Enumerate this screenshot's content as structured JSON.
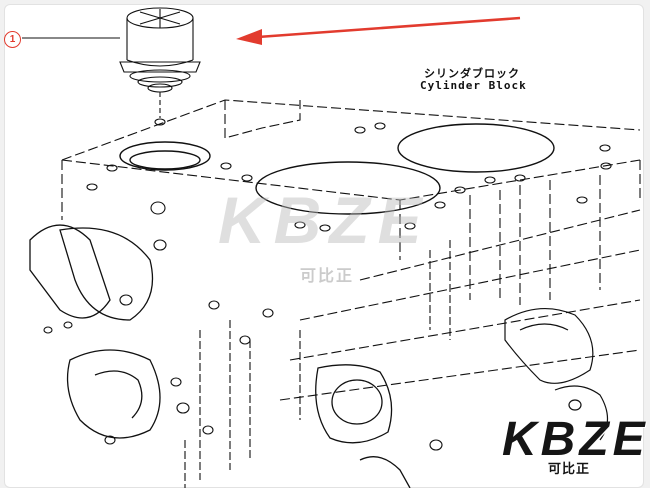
{
  "diagram": {
    "callout_number": "1",
    "label_japanese": "シリンダブロック",
    "label_english": "Cylinder Block",
    "arrow_color": "#e23b2e"
  },
  "watermarks": {
    "center_logo": "KBZE",
    "center_sub": "可比正",
    "corner_logo": "KBZE",
    "corner_sub": "可比正"
  }
}
